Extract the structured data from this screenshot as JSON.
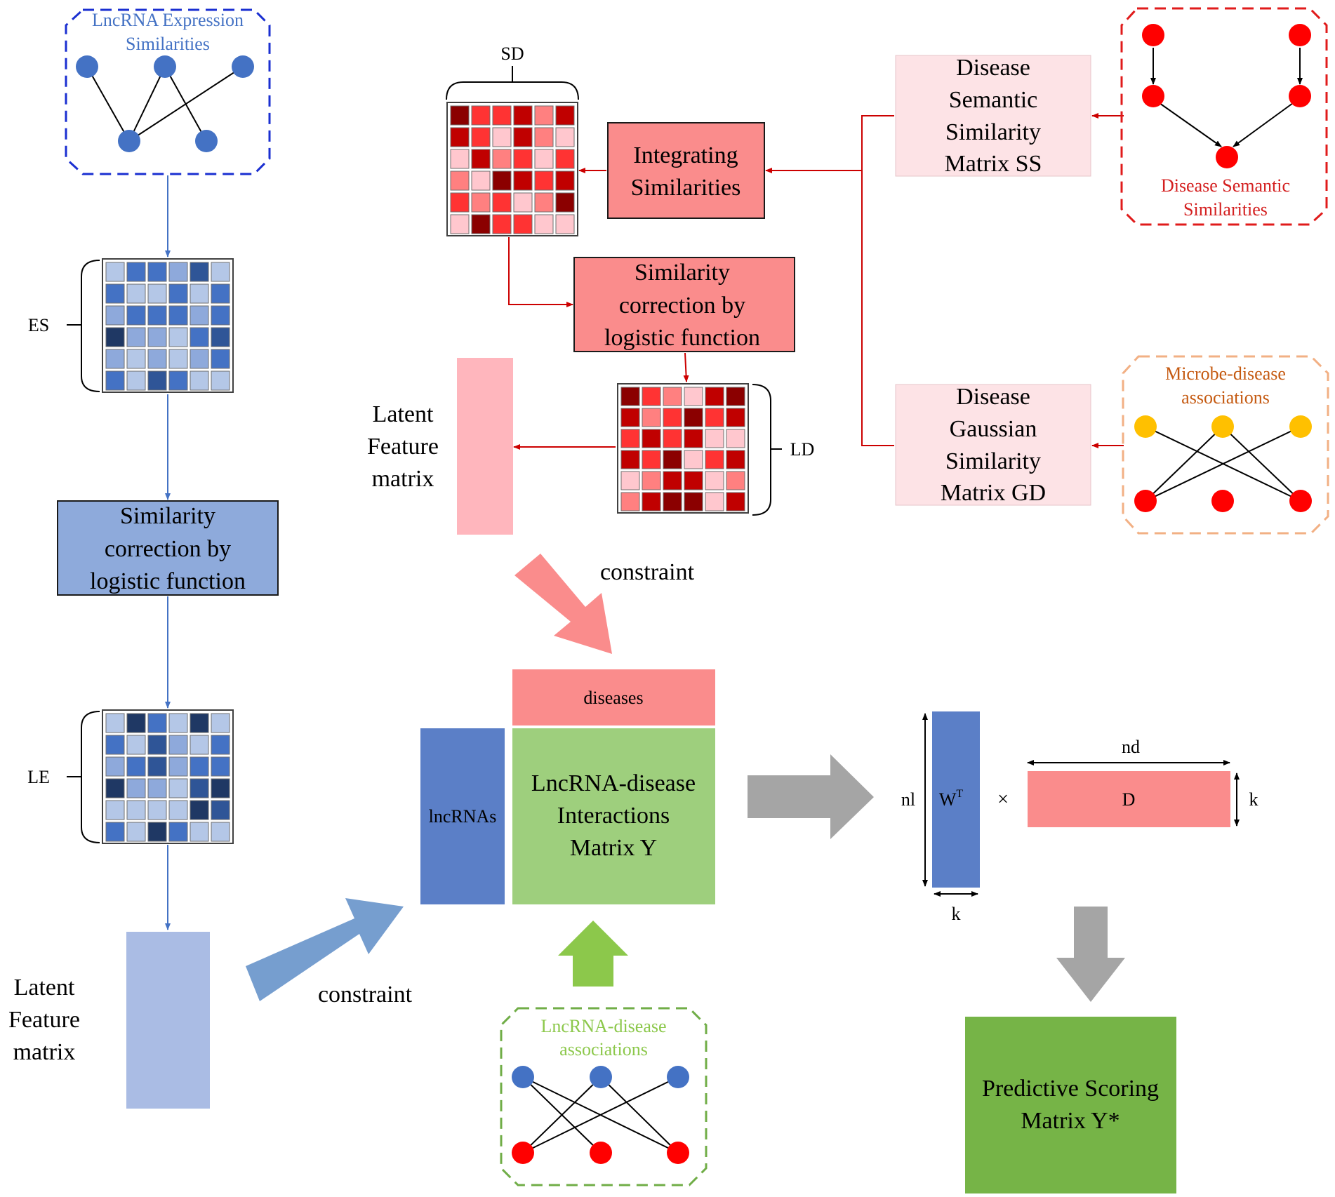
{
  "colors": {
    "blue_dark": "#1f3f7a",
    "blue_mid": "#4472c4",
    "blue_light": "#b4c7e7",
    "blue_box": "#8eaadb",
    "blue_latent": "#aabce4",
    "blue_nodes": "#4472c4",
    "red_dark": "#b50000",
    "red_mid": "#ff3333",
    "red_light": "#ffc7ce",
    "red_box": "#fa8c8c",
    "pink_box": "#fde3e6",
    "red_nodes": "#ff0000",
    "yellow_nodes": "#ffc000",
    "green_matrix": "#9ecf7d",
    "green_result": "#76b447",
    "green_arrow": "#8cc84b",
    "gray_arrow": "#a5a5a5",
    "W_block": "#5b7fc7",
    "D_block": "#fa8c8c"
  },
  "lnc_expr": {
    "title_line1": "LncRNA Expression",
    "title_line2": "Similarities"
  },
  "es_label": "ES",
  "le_label": "LE",
  "blue_correction": {
    "line1": "Similarity",
    "line2": "correction by",
    "line3": "logistic function"
  },
  "latent_left": {
    "line1": "Latent",
    "line2": "Feature",
    "line3": "matrix"
  },
  "constraint_left": "constraint",
  "sd_label": "SD",
  "ld_label": "LD",
  "integrating": {
    "line1": "Integrating",
    "line2": "Similarities"
  },
  "red_correction": {
    "line1": "Similarity",
    "line2": "correction by",
    "line3": "logistic function"
  },
  "latent_top": {
    "line1": "Latent",
    "line2": "Feature",
    "line3": "matrix"
  },
  "constraint_top": "constraint",
  "semantic_matrix": {
    "line1": "Disease",
    "line2": "Semantic",
    "line3": "Similarity",
    "line4": "Matrix SS"
  },
  "gaussian_matrix": {
    "line1": "Disease",
    "line2": "Gaussian",
    "line3": "Similarity",
    "line4": "Matrix GD"
  },
  "disease_semantic": {
    "line1": "Disease Semantic",
    "line2": "Similarities"
  },
  "microbe": {
    "line1": "Microbe-disease",
    "line2": "associations"
  },
  "interaction": {
    "diseases_label": "diseases",
    "lncrnas_label": "lncRNAs",
    "line1": "LncRNA-disease",
    "line2": "Interactions",
    "line3": "Matrix Y"
  },
  "lnc_assoc": {
    "line1": "LncRNA-disease",
    "line2": "associations"
  },
  "factor": {
    "nl": "nl",
    "W": "W",
    "T": "T",
    "times": "×",
    "nd": "nd",
    "D": "D",
    "k_right": "k",
    "k_bottom": "k"
  },
  "result": {
    "line1": "Predictive Scoring",
    "line2": "Matrix Y*"
  },
  "es_grid": [
    [
      1,
      3,
      3,
      2,
      4,
      1
    ],
    [
      3,
      1,
      1,
      3,
      1,
      3
    ],
    [
      2,
      3,
      3,
      3,
      2,
      3
    ],
    [
      5,
      2,
      2,
      1,
      3,
      4
    ],
    [
      2,
      1,
      2,
      1,
      2,
      3
    ],
    [
      3,
      1,
      4,
      3,
      1,
      1
    ]
  ],
  "le_grid": [
    [
      1,
      5,
      3,
      1,
      5,
      1
    ],
    [
      3,
      1,
      4,
      2,
      1,
      3
    ],
    [
      2,
      3,
      4,
      2,
      3,
      3
    ],
    [
      5,
      2,
      2,
      1,
      4,
      5
    ],
    [
      1,
      1,
      1,
      1,
      5,
      4
    ],
    [
      3,
      1,
      5,
      3,
      1,
      1
    ]
  ],
  "sd_grid": [
    [
      5,
      3,
      3,
      4,
      2,
      4
    ],
    [
      4,
      3,
      1,
      4,
      2,
      1
    ],
    [
      1,
      4,
      2,
      3,
      1,
      3
    ],
    [
      2,
      1,
      5,
      4,
      3,
      4
    ],
    [
      3,
      2,
      3,
      1,
      2,
      5
    ],
    [
      1,
      5,
      3,
      3,
      1,
      1
    ]
  ],
  "ld_grid": [
    [
      5,
      3,
      2,
      1,
      4,
      5
    ],
    [
      4,
      2,
      3,
      5,
      3,
      4
    ],
    [
      3,
      4,
      3,
      4,
      1,
      1
    ],
    [
      4,
      3,
      5,
      1,
      3,
      4
    ],
    [
      1,
      2,
      4,
      4,
      1,
      2
    ],
    [
      2,
      4,
      5,
      5,
      1,
      4
    ]
  ]
}
